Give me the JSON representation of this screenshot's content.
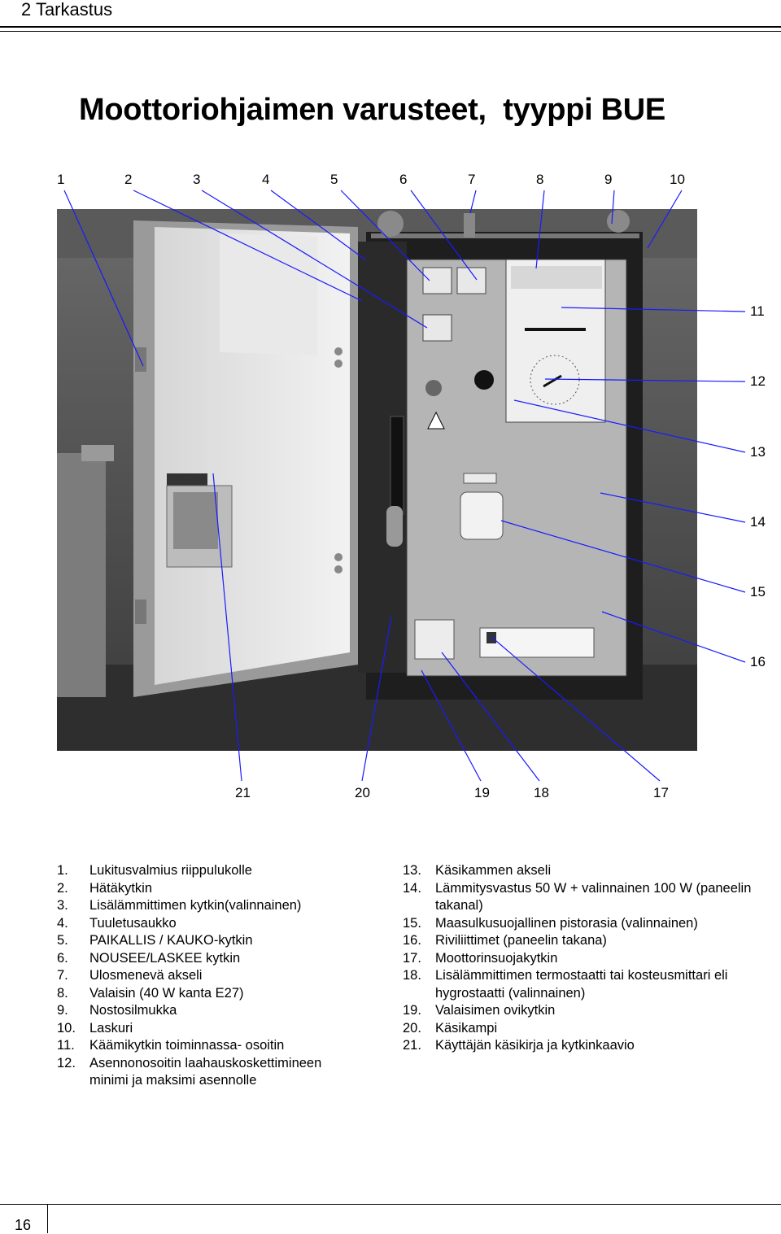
{
  "header": {
    "section": "2  Tarkastus"
  },
  "title": "Moottoriohjaimen varusteet,  tyyppi BUE",
  "top_numbers": [
    "1",
    "2",
    "3",
    "4",
    "5",
    "6",
    "7",
    "8",
    "9",
    "10"
  ],
  "right_numbers": [
    "11",
    "12",
    "13",
    "14",
    "15",
    "16"
  ],
  "bottom_numbers": [
    "21",
    "20",
    "19",
    "18",
    "17"
  ],
  "list_left": [
    {
      "n": "1.",
      "t": "Lukitusvalmius riippulukolle"
    },
    {
      "n": "2.",
      "t": "Hätäkytkin"
    },
    {
      "n": "3.",
      "t": "Lisälämmittimen kytkin(valinnainen)"
    },
    {
      "n": "4.",
      "t": "Tuuletusaukko"
    },
    {
      "n": "5.",
      "t": "PAIKALLIS / KAUKO-kytkin"
    },
    {
      "n": "6.",
      "t": "NOUSEE/LASKEE kytkin"
    },
    {
      "n": "7.",
      "t": "Ulosmenevä akseli"
    },
    {
      "n": "8.",
      "t": "Valaisin (40 W kanta E27)"
    },
    {
      "n": "9.",
      "t": "Nostosilmukka"
    },
    {
      "n": "10.",
      "t": "Laskuri"
    },
    {
      "n": "11.",
      "t": "Käämikytkin toiminnassa- osoitin"
    },
    {
      "n": "12.",
      "t": "Asennonosoitin laahauskoskettimineen minimi ja maksimi asennolle"
    }
  ],
  "list_right": [
    {
      "n": "13.",
      "t": "Käsikammen akseli"
    },
    {
      "n": "14.",
      "t": "Lämmitysvastus 50 W + valinnainen 100 W (paneelin takanal)"
    },
    {
      "n": "15.",
      "t": "Maasulkusuojallinen pistorasia (valinnainen)"
    },
    {
      "n": "16.",
      "t": "Riviliittimet (paneelin takana)"
    },
    {
      "n": "17.",
      "t": "Moottorinsuojakytkin"
    },
    {
      "n": "18.",
      "t": "Lisälämmittimen termostaatti tai kosteusmittari eli hygrostaatti (valinnainen)"
    },
    {
      "n": "19.",
      "t": "Valaisimen ovikytkin"
    },
    {
      "n": "20.",
      "t": "Käsikampi"
    },
    {
      "n": "21.",
      "t": "Käyttäjän käsikirja ja kytkinkaavio"
    }
  ],
  "footer": {
    "page_number": "16"
  },
  "colors": {
    "leader_line": "#1a1aff"
  }
}
